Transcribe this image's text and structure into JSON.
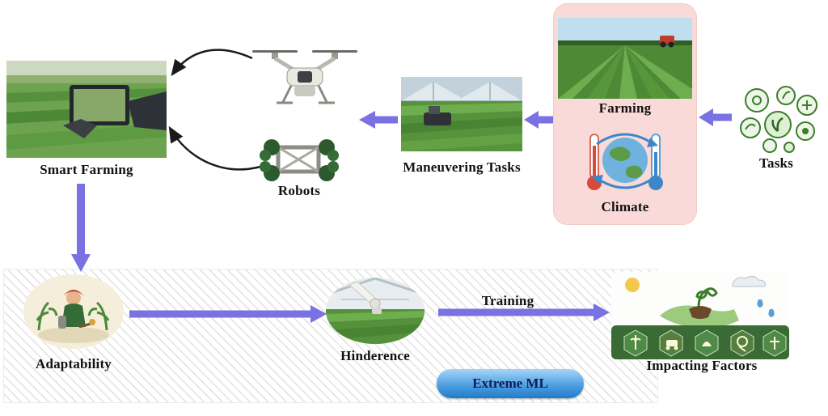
{
  "figure": {
    "nodes": {
      "smart_farming": {
        "label": "Smart Farming"
      },
      "robots": {
        "label": "Robots"
      },
      "maneuvering_tasks": {
        "label": "Maneuvering Tasks"
      },
      "farming": {
        "label": "Farming"
      },
      "climate": {
        "label": "Climate"
      },
      "tasks": {
        "label": "Tasks"
      },
      "adaptability": {
        "label": "Adaptability"
      },
      "hinderence": {
        "label": "Hinderence"
      },
      "impacting_factors": {
        "label": "Impacting Factors"
      },
      "extreme_ml": {
        "label": "Extreme ML"
      }
    },
    "edges": {
      "training": {
        "label": "Training"
      }
    },
    "colors": {
      "arrow_purple": "#7a72e2",
      "pink_panel": "#f9dad8",
      "pill_blue_top": "#a6d6f8",
      "pill_blue_bottom": "#1f7cc9",
      "hatch_gray": "#e2e2e2"
    }
  }
}
